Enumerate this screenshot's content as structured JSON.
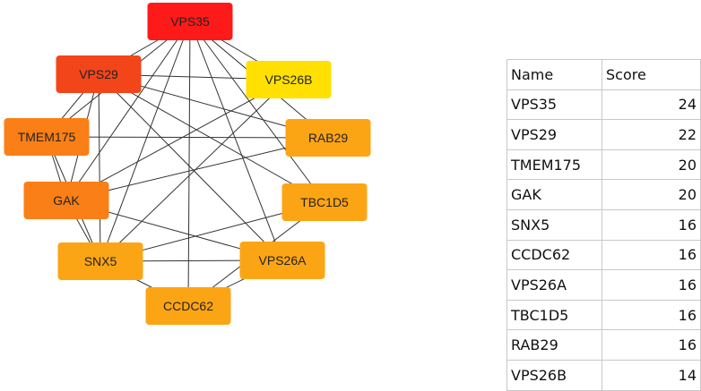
{
  "network": {
    "nodes": [
      {
        "id": "VPS35",
        "label": "VPS35",
        "color": "#ff1a1a"
      },
      {
        "id": "VPS29",
        "label": "VPS29",
        "color": "#f2461a"
      },
      {
        "id": "VPS26B",
        "label": "VPS26B",
        "color": "#ffe000"
      },
      {
        "id": "TMEM175",
        "label": "TMEM175",
        "color": "#f97f16"
      },
      {
        "id": "RAB29",
        "label": "RAB29",
        "color": "#fca514"
      },
      {
        "id": "GAK",
        "label": "GAK",
        "color": "#f97f16"
      },
      {
        "id": "TBC1D5",
        "label": "TBC1D5",
        "color": "#fca514"
      },
      {
        "id": "SNX5",
        "label": "SNX5",
        "color": "#fca514"
      },
      {
        "id": "VPS26A",
        "label": "VPS26A",
        "color": "#fca514"
      },
      {
        "id": "CCDC62",
        "label": "CCDC62",
        "color": "#fca514"
      }
    ],
    "edges": [
      [
        "VPS35",
        "VPS29"
      ],
      [
        "VPS35",
        "VPS26B"
      ],
      [
        "VPS35",
        "TMEM175"
      ],
      [
        "VPS35",
        "GAK"
      ],
      [
        "VPS35",
        "SNX5"
      ],
      [
        "VPS35",
        "RAB29"
      ],
      [
        "VPS35",
        "TBC1D5"
      ],
      [
        "VPS35",
        "VPS26A"
      ],
      [
        "VPS35",
        "CCDC62"
      ],
      [
        "VPS29",
        "VPS26B"
      ],
      [
        "VPS29",
        "RAB29"
      ],
      [
        "VPS29",
        "TBC1D5"
      ],
      [
        "VPS29",
        "VPS26A"
      ],
      [
        "VPS29",
        "SNX5"
      ],
      [
        "VPS29",
        "GAK"
      ],
      [
        "VPS29",
        "TMEM175"
      ],
      [
        "TMEM175",
        "RAB29"
      ],
      [
        "TMEM175",
        "SNX5"
      ],
      [
        "TMEM175",
        "GAK"
      ],
      [
        "GAK",
        "RAB29"
      ],
      [
        "GAK",
        "SNX5"
      ],
      [
        "GAK",
        "VPS26A"
      ],
      [
        "VPS26B",
        "SNX5"
      ],
      [
        "VPS26B",
        "GAK"
      ],
      [
        "SNX5",
        "CCDC62"
      ],
      [
        "SNX5",
        "VPS26A"
      ],
      [
        "SNX5",
        "TBC1D5"
      ],
      [
        "CCDC62",
        "TBC1D5"
      ],
      [
        "CCDC62",
        "VPS26A"
      ]
    ]
  },
  "table": {
    "headers": {
      "name": "Name",
      "score": "Score"
    },
    "rows": [
      {
        "name": "VPS35",
        "score": "24"
      },
      {
        "name": "VPS29",
        "score": "22"
      },
      {
        "name": "TMEM175",
        "score": "20"
      },
      {
        "name": "GAK",
        "score": "20"
      },
      {
        "name": "SNX5",
        "score": "16"
      },
      {
        "name": "CCDC62",
        "score": "16"
      },
      {
        "name": "VPS26A",
        "score": "16"
      },
      {
        "name": "TBC1D5",
        "score": "16"
      },
      {
        "name": "RAB29",
        "score": "16"
      },
      {
        "name": "VPS26B",
        "score": "14"
      }
    ]
  }
}
